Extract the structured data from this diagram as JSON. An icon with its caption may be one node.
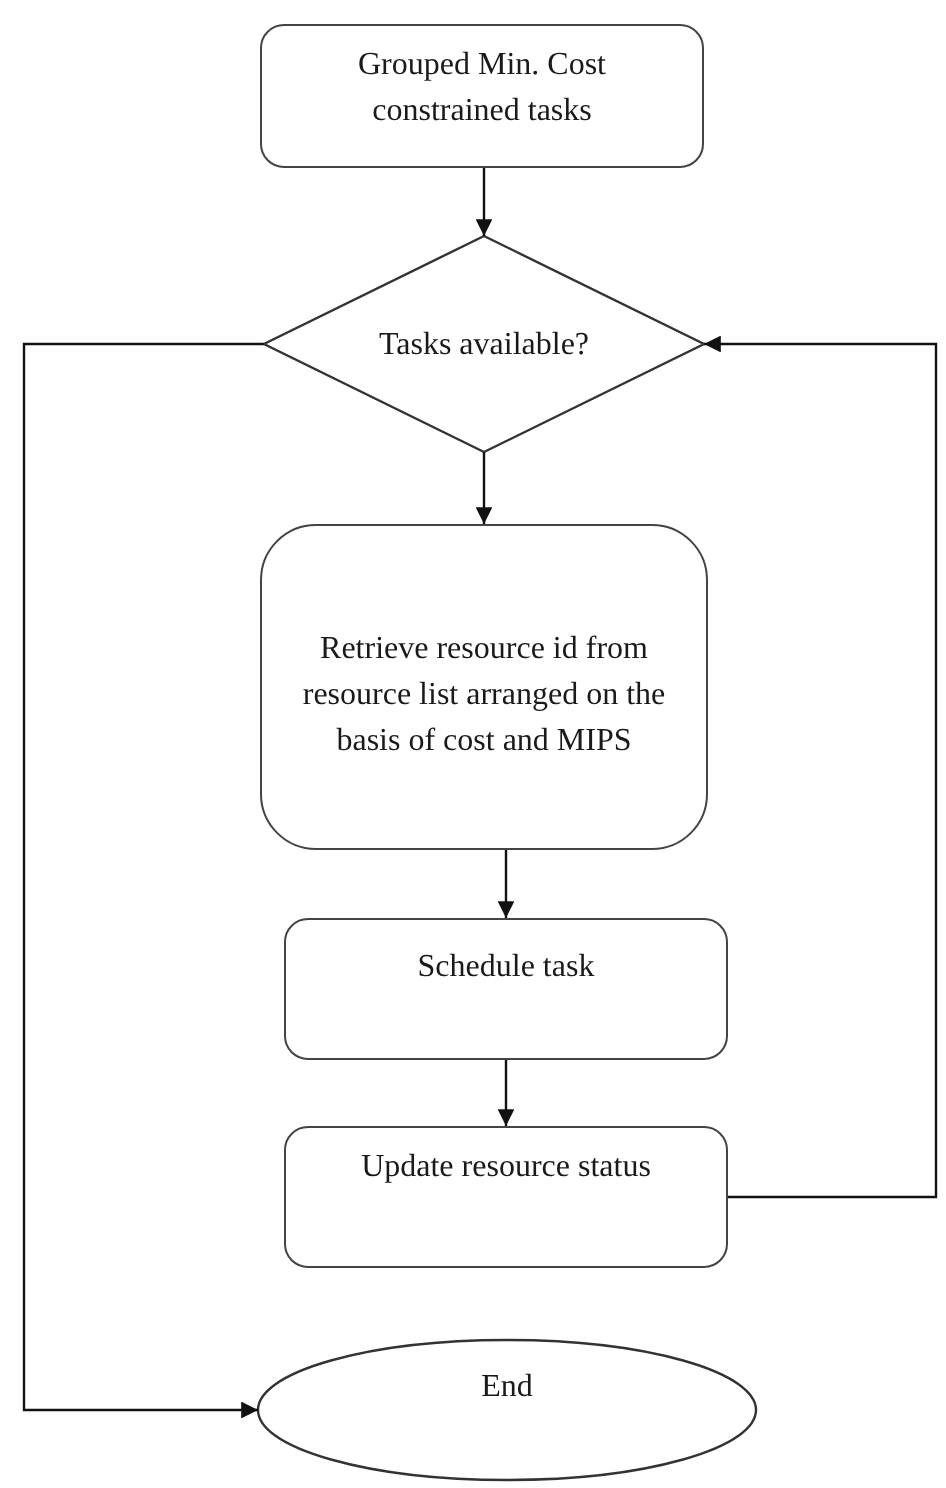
{
  "diagram": {
    "nodes": [
      {
        "text": [
          "Grouped Min. Cost constrained tasks"
        ]
      },
      {
        "text": [
          "Tasks available?"
        ]
      },
      {
        "text": [
          "Retrieve resource id from resource list arranged on the basis of cost and MIPS"
        ]
      },
      {
        "text": [
          "Schedule task"
        ]
      },
      {
        "text": [
          "Update resource status"
        ]
      },
      {
        "text": [
          "End"
        ]
      }
    ],
    "edges": [
      {
        "from": 0,
        "to": 1,
        "arrow": "to"
      },
      {
        "from": 1,
        "to": 2,
        "arrow": "to"
      },
      {
        "from": 2,
        "to": 3,
        "arrow": "to"
      },
      {
        "from": 3,
        "to": 4,
        "arrow": "to"
      },
      {
        "from": 1,
        "to": 5,
        "arrow": "to"
      },
      {
        "from": 4,
        "to": 1,
        "arrow": "to"
      }
    ]
  }
}
